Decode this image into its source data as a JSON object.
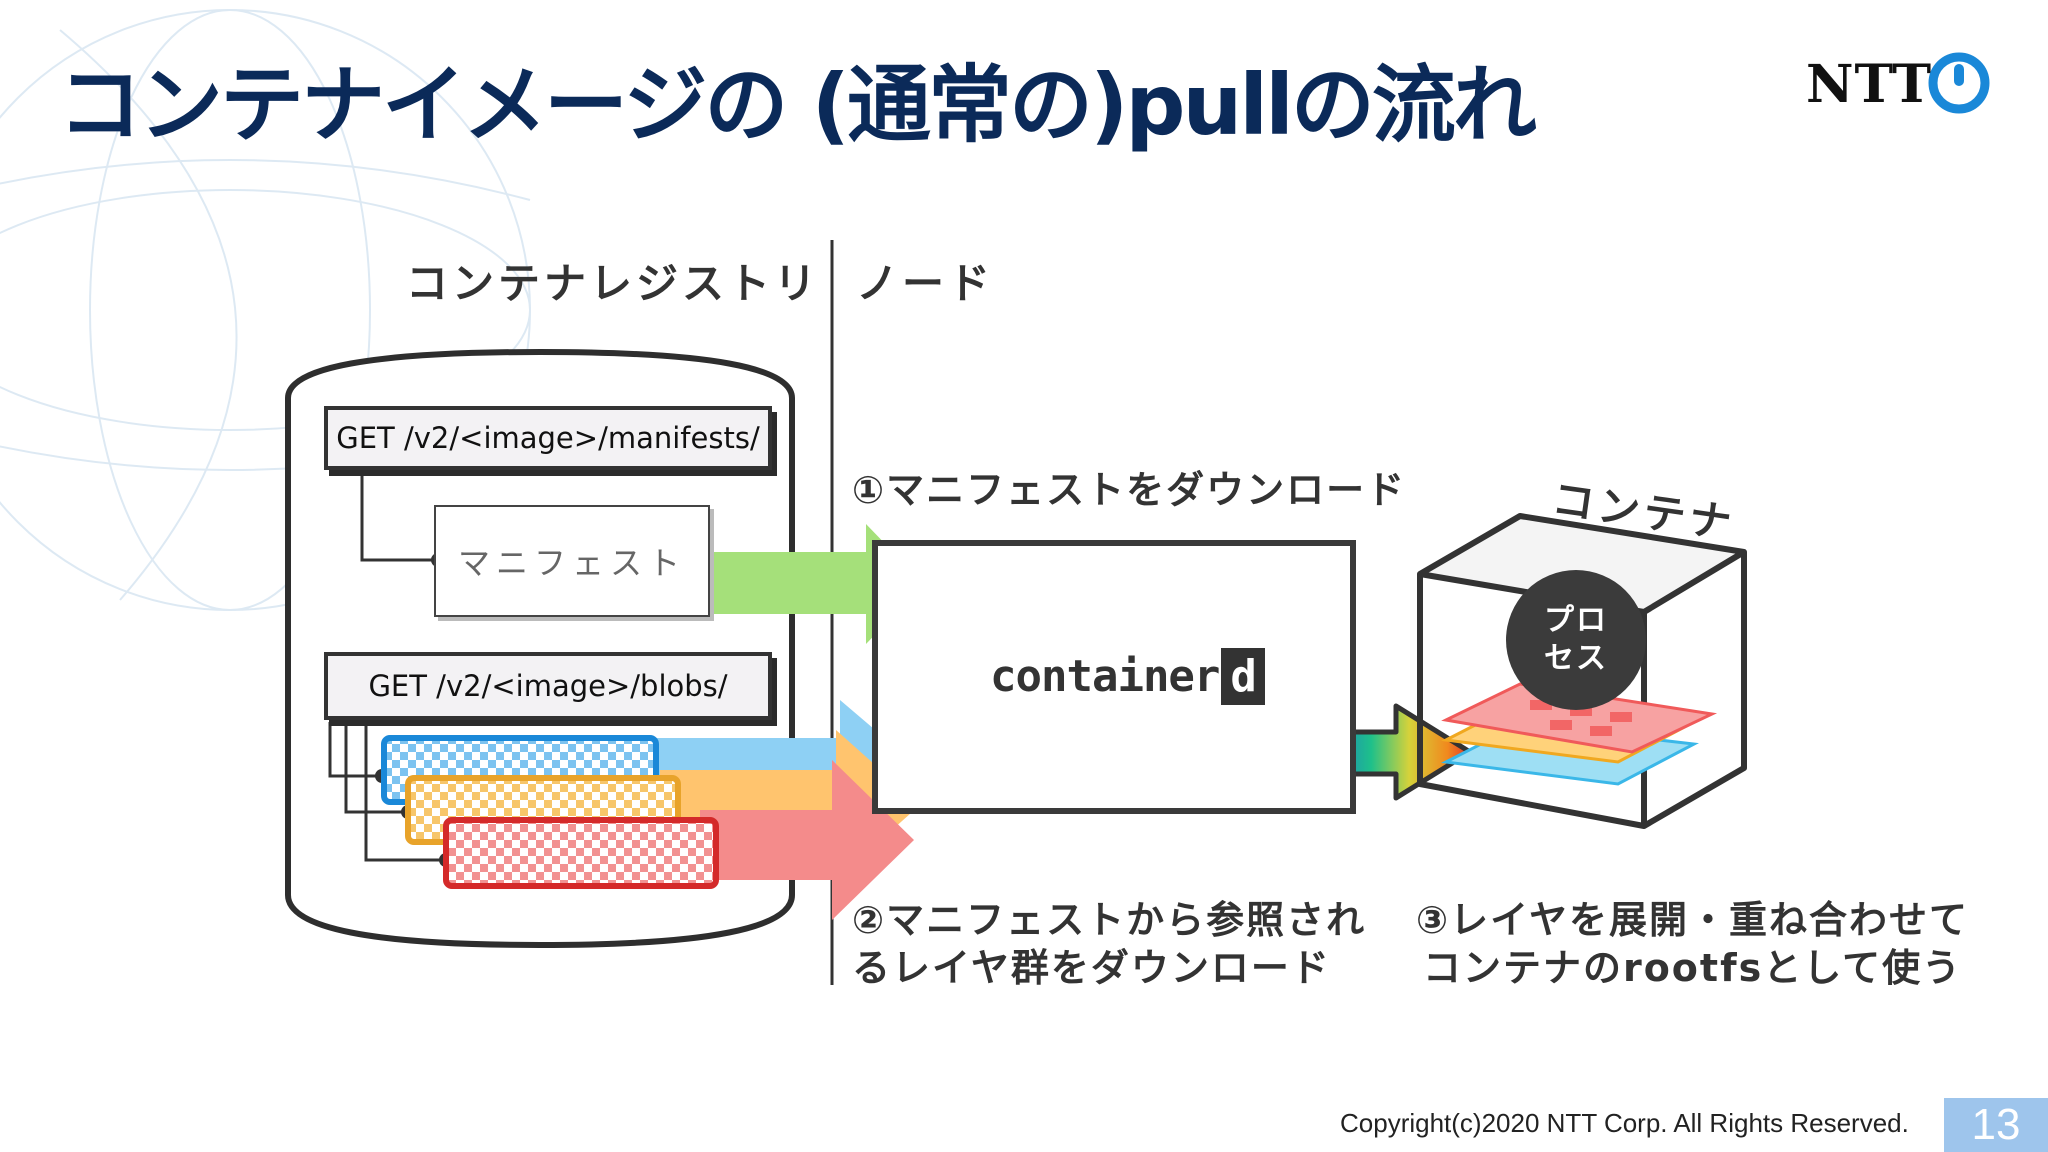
{
  "slide": {
    "title": "コンテナイメージの (通常の)pullの流れ",
    "brand_text": "NTT",
    "copyright": "Copyright(c)2020 NTT Corp. All Rights Reserved.",
    "page_number": "13"
  },
  "diagram": {
    "registry_label": "コンテナレジストリ",
    "node_label": "ノード",
    "manifest_request": "GET /v2/<image>/manifests/",
    "manifest_doc": "マニフェスト",
    "blob_request": "GET /v2/<image>/blobs/",
    "step1": "①マニフェストをダウンロード",
    "step2_line1": "②マニフェストから参照され",
    "step2_line2": "るレイヤ群をダウンロード",
    "step3_line1": "③レイヤを展開・重ね合わせて",
    "step3_line2": "コンテナのrootfsとして使う",
    "containerd_logo": "container",
    "containerd_logo_d": "d",
    "container_label": "コンテナ",
    "process_line1": "プロ",
    "process_line2": "セス",
    "colors": {
      "title": "#0b2a59",
      "manifest_arrow": "#a5e07a",
      "layer_blue": "#1a88d8",
      "layer_orange": "#e8a32a",
      "layer_red": "#d42a2a",
      "arrow_blue": "#8ed0f4",
      "arrow_orange": "#ffc46e",
      "arrow_red": "#f48b8b",
      "ntt_blue": "#1a88d8"
    }
  }
}
